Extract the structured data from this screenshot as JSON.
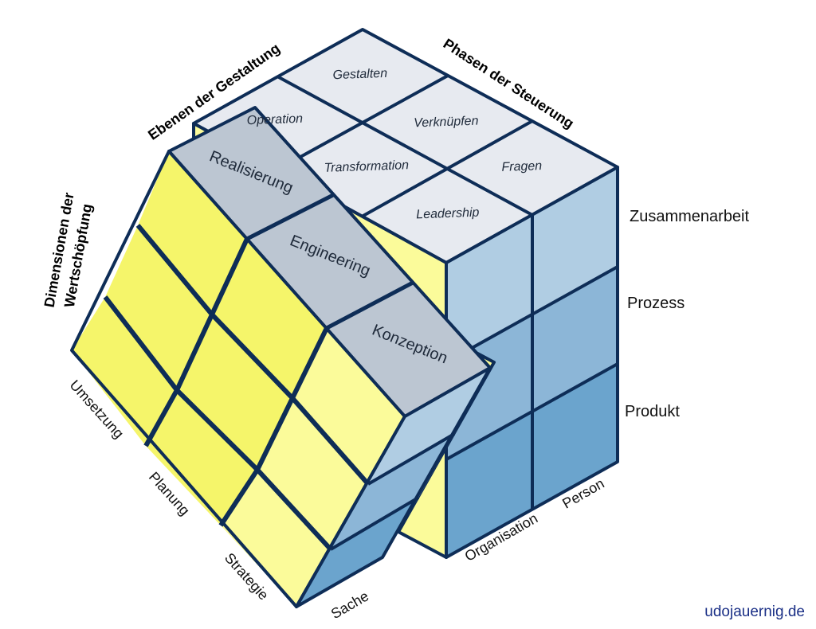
{
  "titles": {
    "ebenen": "Ebenen der Gestaltung",
    "phasen": "Phasen der Steuerung",
    "dimensionen_line1": "Dimensionen der",
    "dimensionen_line2": "Wertschöpfung"
  },
  "top_cells": {
    "gestalten": "Gestalten",
    "operation": "Operation",
    "verknuepfen": "Verknüpfen",
    "transformation": "Transformation",
    "fragen": "Fragen",
    "leadership": "Leadership"
  },
  "slice_cells": {
    "realisierung": "Realisierung",
    "engineering": "Engineering",
    "konzeption": "Konzeption"
  },
  "right_labels": {
    "zusammenarbeit": "Zusammenarbeit",
    "prozess": "Prozess",
    "produkt": "Produkt"
  },
  "bottom_labels": {
    "organisation": "Organisation",
    "person": "Person",
    "sache": "Sache",
    "umsetzung": "Umsetzung",
    "planung": "Planung",
    "strategie": "Strategie"
  },
  "watermark": "udojauernig.de",
  "colors": {
    "yellow": "#f5f56a",
    "yellow_light": "#fbfb9a",
    "slice_top": "#bcc6d2",
    "cube_top": "#e7eaf0",
    "blue_light": "#b0cde3",
    "blue_mid": "#8cb6d7",
    "blue_dark": "#6ba4cd",
    "edge": "#0e2d57"
  }
}
